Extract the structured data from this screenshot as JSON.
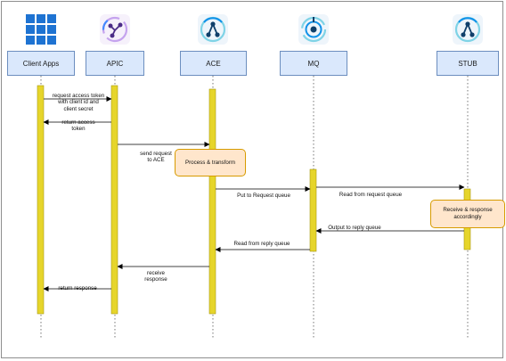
{
  "participants": [
    {
      "label": "Client Apps",
      "icon": "windows-grid-icon"
    },
    {
      "label": "APIC",
      "icon": "api-connect-icon"
    },
    {
      "label": "ACE",
      "icon": "app-connect-enterprise-icon"
    },
    {
      "label": "MQ",
      "icon": "mq-icon"
    },
    {
      "label": "STUB",
      "icon": "app-connect-enterprise-icon"
    }
  ],
  "messages": {
    "request_token_1": "request access token",
    "request_token_2": "with client id and",
    "request_token_3": "client secret",
    "return_token_1": "return access",
    "return_token_2": "token",
    "send_request_1": "send request",
    "send_request_2": "to ACE",
    "put_queue": "Put to Request queue",
    "read_request": "Read from request queue",
    "output_reply": "Output to reply queue",
    "read_reply": "Read from reply queue",
    "receive_1": "receive",
    "receive_2": "response",
    "return_response": "return response"
  },
  "notes": {
    "process_1": "Process & transform",
    "receive_1": "Receive & response",
    "receive_2": "accordingly"
  },
  "colors": {
    "actor_fill": "#dae8fc",
    "actor_border": "#6c8ebf",
    "activation_fill": "#e6d52b",
    "activation_border": "#a89a10",
    "note_fill": "#ffe6cc",
    "note_border": "#d79b00",
    "windows_blue": "#1e73d2"
  }
}
